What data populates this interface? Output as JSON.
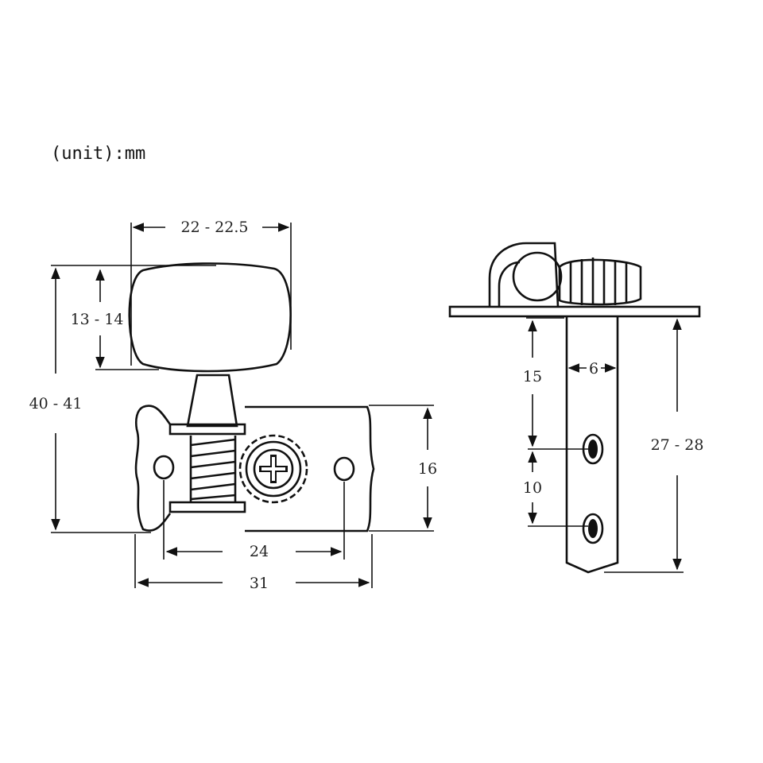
{
  "unit_label": "(unit):mm",
  "dimensions": {
    "knob_width": "22 - 22.5",
    "knob_height": "13 - 14",
    "total_height": "40 - 41",
    "plate_height": "16",
    "hole_spacing": "24",
    "plate_width": "31",
    "post_top_to_hole": "15",
    "post_diameter": "6",
    "hole_to_hole": "10",
    "post_length": "27 - 28"
  },
  "colors": {
    "line": "#111111",
    "text": "#222222",
    "background": "#ffffff"
  }
}
